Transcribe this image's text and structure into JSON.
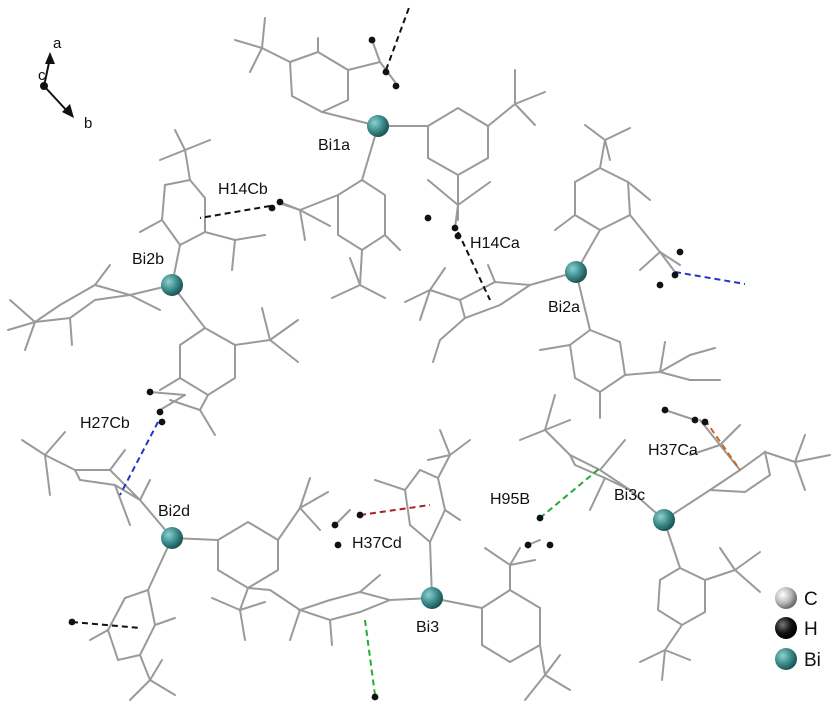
{
  "axes": {
    "a": "a",
    "b": "b",
    "c": "c"
  },
  "atoms": {
    "bi1a": "Bi1a",
    "bi2a": "Bi2a",
    "bi2b": "Bi2b",
    "bi2d": "Bi2d",
    "bi3": "Bi3",
    "bi3c": "Bi3c"
  },
  "hydrogens": {
    "h14cb": "H14Cb",
    "h14ca": "H14Ca",
    "h27cb": "H27Cb",
    "h37ca": "H37Ca",
    "h37cd": "H37Cd",
    "h95b": "H95B"
  },
  "legend": [
    {
      "symbol": "C",
      "color": "#b8b8b8"
    },
    {
      "symbol": "H",
      "color": "#111111"
    },
    {
      "symbol": "Bi",
      "color": "#3a8a8a"
    }
  ],
  "colors": {
    "bond": "#9a9a9a",
    "bismuth": "#3a8a8a",
    "contact_black": "#111111",
    "contact_blue": "#2233cc",
    "contact_red": "#aa2222",
    "contact_green": "#22aa33",
    "contact_orange": "#cc6622"
  }
}
